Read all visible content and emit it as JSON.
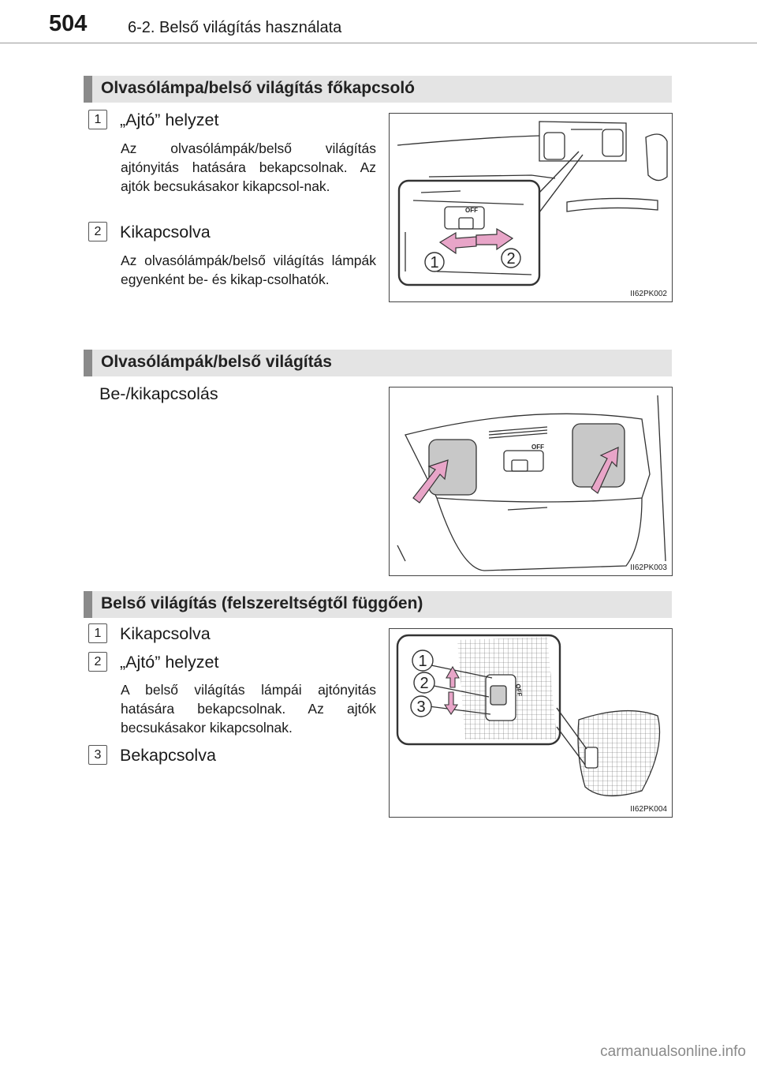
{
  "header": {
    "page_number": "504",
    "section_title": "6-2. Belső világítás használata"
  },
  "sections": [
    {
      "title": "Olvasólámpa/belső világítás főkapcsoló",
      "items": [
        {
          "num": "1",
          "label": "„Ajtó” helyzet",
          "desc": "Az olvasólámpák/belső világítás ajtónyitás hatására bekapcsolnak. Az ajtók becsukásakor kikapcsol-nak."
        },
        {
          "num": "2",
          "label": "Kikapcsolva",
          "desc": "Az olvasólámpák/belső világítás lámpák egyenként be- és kikap-csolhatók."
        }
      ],
      "figure": {
        "code": "II62PK002",
        "off_label": "OFF",
        "callouts": [
          "1",
          "2"
        ]
      }
    },
    {
      "title": "Olvasólámpák/belső világítás",
      "text": "Be-/kikapcsolás",
      "figure": {
        "code": "II62PK003",
        "off_label": "OFF"
      }
    },
    {
      "title": "Belső világítás (felszereltségtől függően)",
      "items": [
        {
          "num": "1",
          "label": "Kikapcsolva"
        },
        {
          "num": "2",
          "label": "„Ajtó” helyzet",
          "desc": "A belső világítás lámpái ajtónyitás hatására bekapcsolnak. Az ajtók becsukásakor kikapcsolnak."
        },
        {
          "num": "3",
          "label": "Bekapcsolva"
        }
      ],
      "figure": {
        "code": "II62PK004",
        "off_label": "OFF",
        "callouts": [
          "1",
          "2",
          "3"
        ]
      }
    }
  ],
  "colors": {
    "arrow_fill": "#e8a5c8",
    "section_bar": "#e4e4e4",
    "section_accent": "#8a8a8a"
  },
  "watermark": "carmanualsonline.info"
}
